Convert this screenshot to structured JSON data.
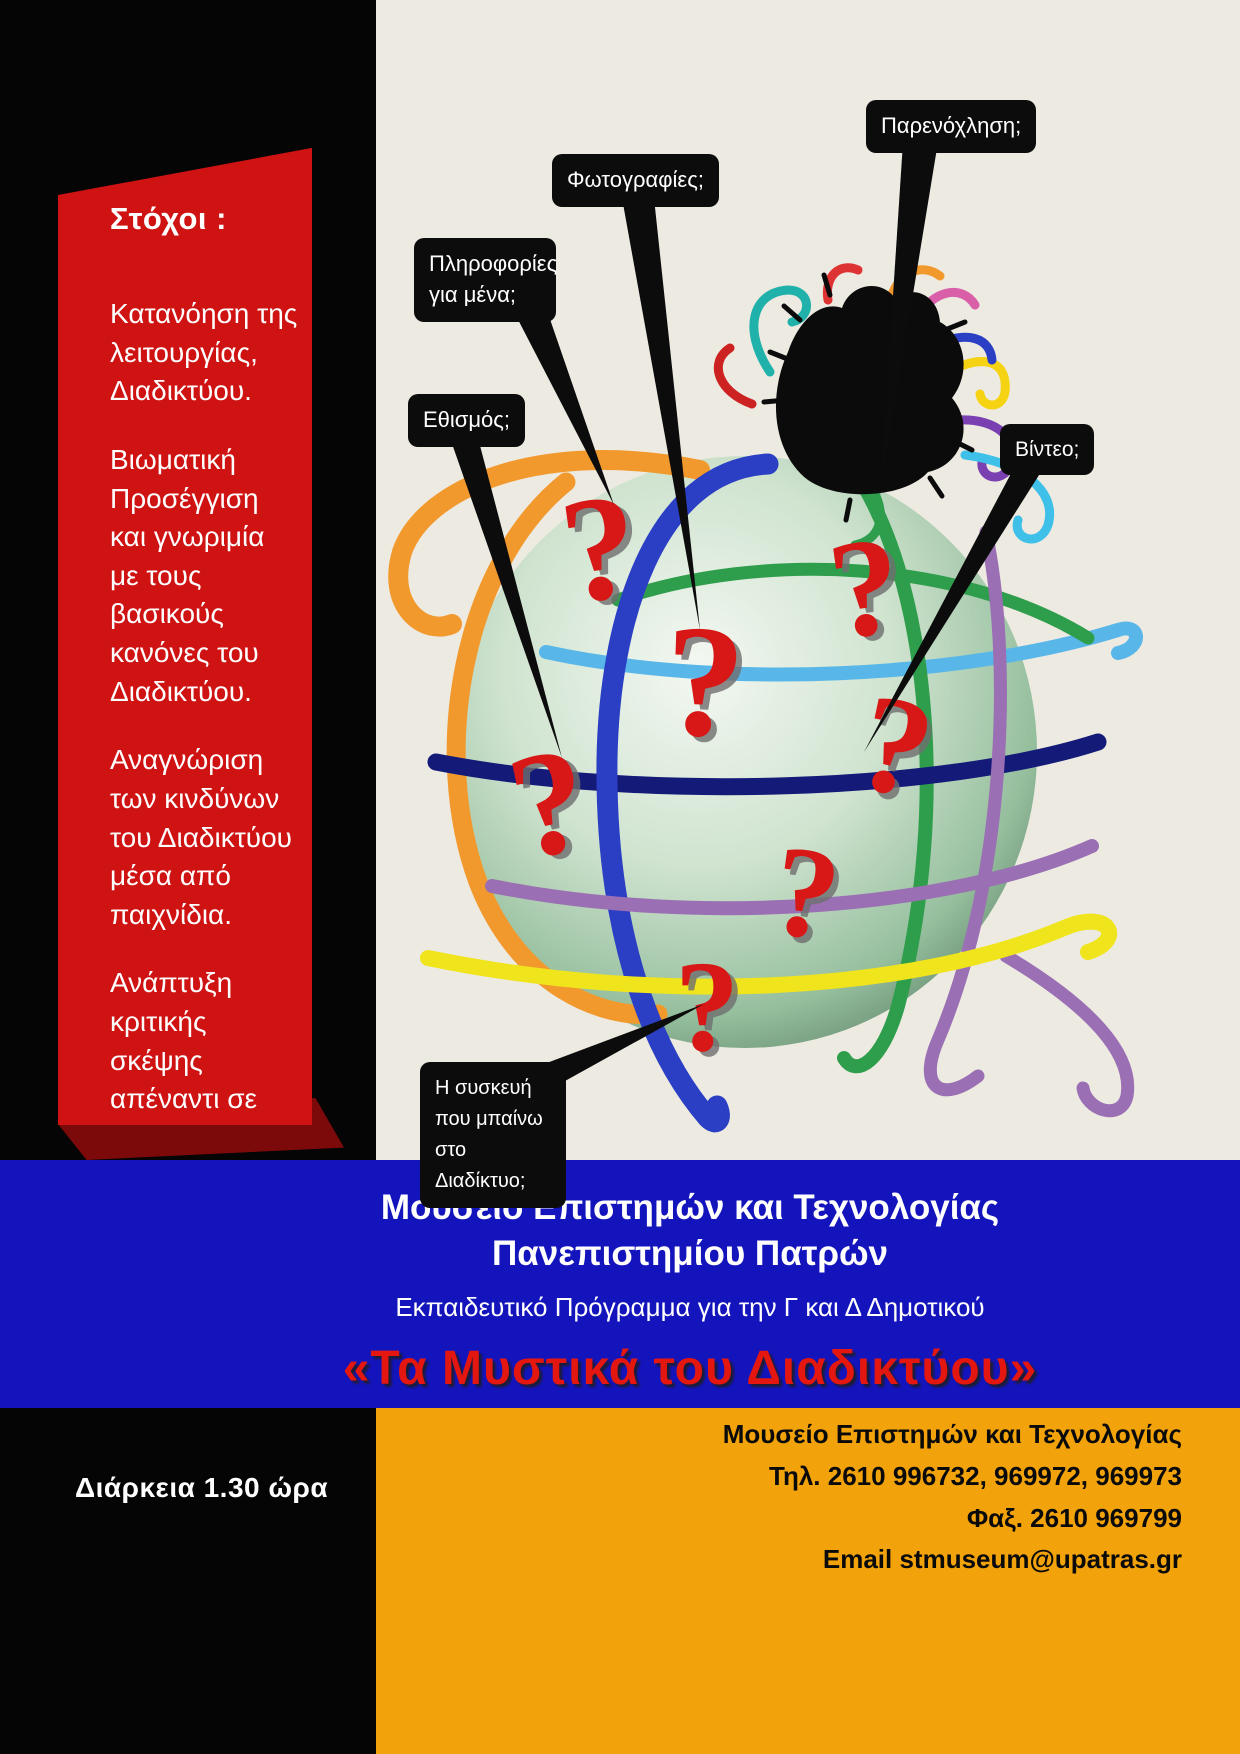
{
  "poster": {
    "objectives": {
      "heading": "Στόχοι :",
      "items": [
        "Κατανόηση της λειτουργίας, Διαδικτύου.",
        "Βιωματική Προσέγγιση και γνωριμία με τους βασικούς κανόνες του Διαδικτύου.",
        "Αναγνώριση των  κινδύνων του Διαδικτύου μέσα από παιχνίδια.",
        "Ανάπτυξη κριτικής σκέψης απέναντι σε κινδύνους."
      ]
    },
    "callouts": {
      "harassment": "Παρενόχληση;",
      "photos": "Φωτογραφίες;",
      "personal_info": "Πληροφορίες για μένα;",
      "addiction": "Εθισμός;",
      "video": "Βίντεο;",
      "device": "Η συσκευή που μπαίνω  στο Διαδίκτυο;"
    },
    "globe": {
      "question_mark": "?"
    },
    "banner": {
      "museum_line1": "Μουσείο  Επιστημών και Τεχνολογίας",
      "museum_line2": "Πανεπιστημίου Πατρών",
      "subtitle": "Εκπαιδευτικό Πρόγραμμα για την Γ και Δ Δημοτικού",
      "title": "«Τα Μυστικά του Διαδικτύου»"
    },
    "footer": {
      "duration": "Διάρκεια  1.30 ώρα",
      "contact_lines": [
        "Μουσείο Επιστημών και Τεχνολογίας",
        "Τηλ. 2610 996732, 969972, 969973",
        "Φαξ. 2610 969799",
        "Email stmuseum@upatras.gr"
      ]
    },
    "colors": {
      "ribbon-red": "#ce1312",
      "ribbon-fold": "#7c0a0a",
      "blue-band": "#1414bc",
      "orange-band": "#f2a30b",
      "beige": "#edeae2",
      "title-red": "#e3170f",
      "question-red": "#d81717",
      "bubble-black": "#0c0c0c"
    }
  }
}
